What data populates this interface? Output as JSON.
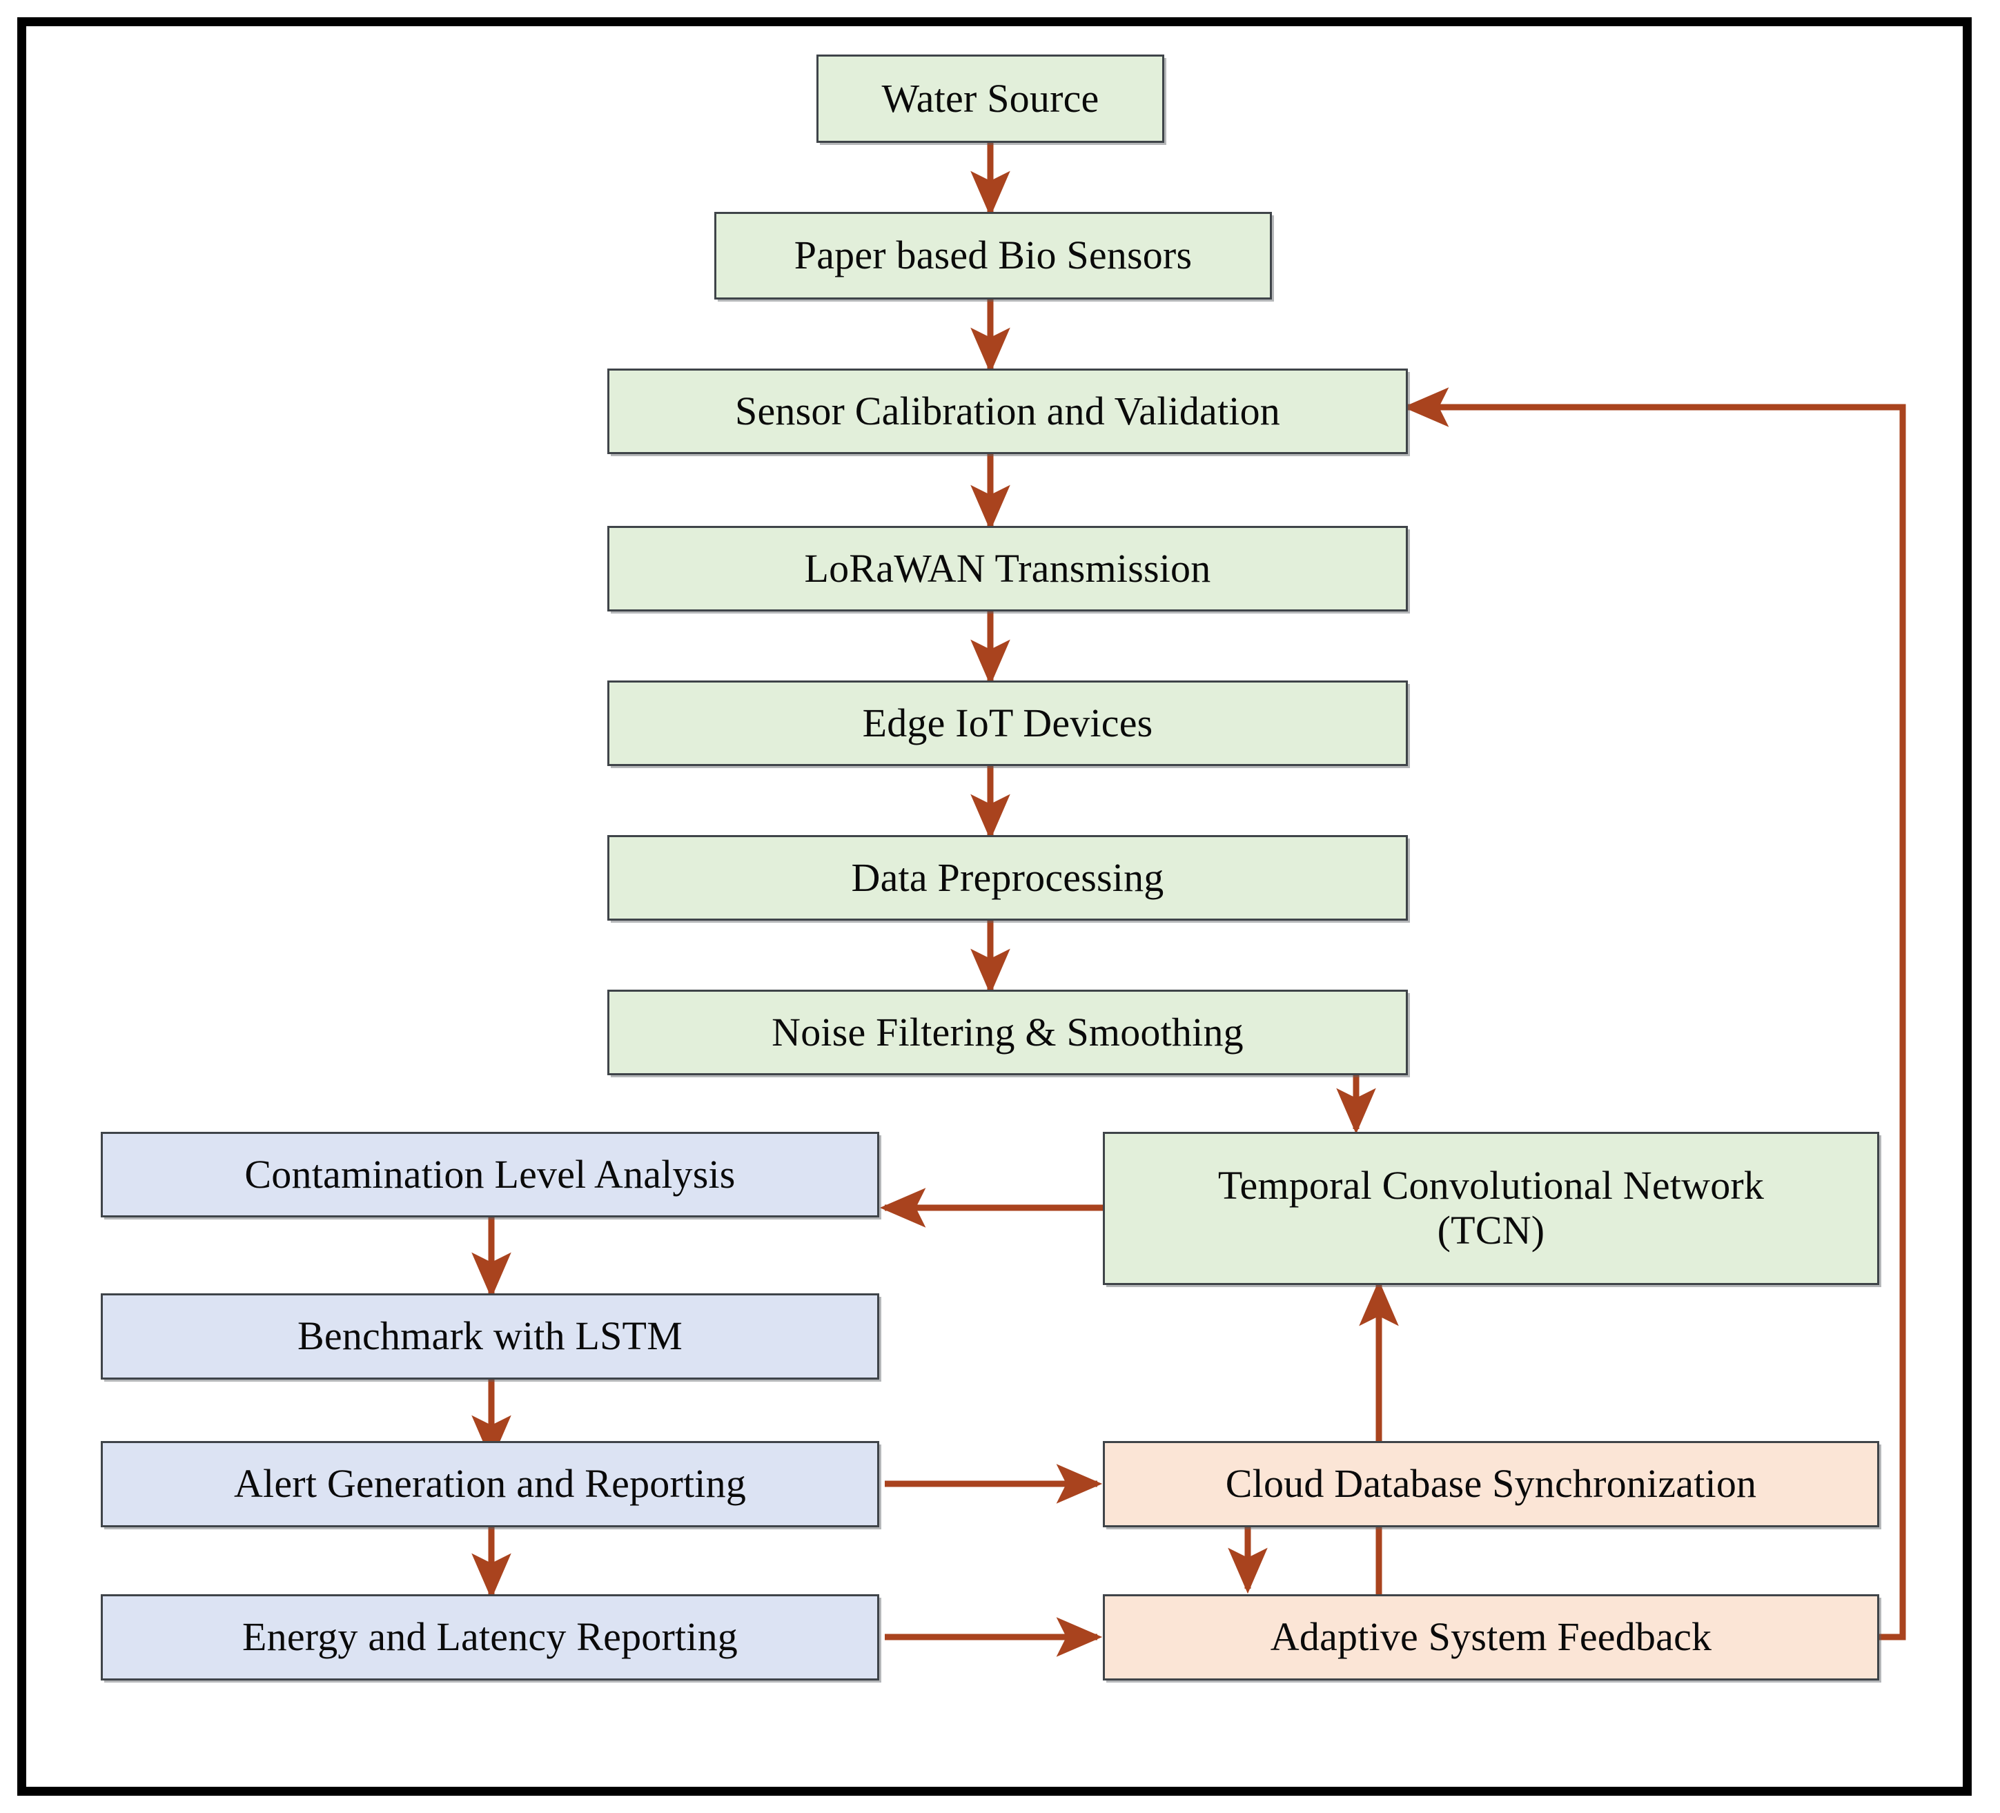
{
  "figure": {
    "kind": "flowchart",
    "orientation": "top-down-with-feedback",
    "border_color": "#000000",
    "arrow_color": "#a9431e",
    "node_border_color": "#3f4449"
  },
  "palette": {
    "green": "#e2efda",
    "blue": "#dce3f3",
    "peach": "#fbe5d6"
  },
  "nodes": {
    "water_source": "Water Source",
    "bio_sensors": "Paper based Bio Sensors",
    "sensor_calibration": "Sensor Calibration and Validation",
    "lorawan": "LoRaWAN Transmission",
    "edge_iot": "Edge IoT Devices",
    "data_preprocessing": "Data Preprocessing",
    "noise_filtering": "Noise Filtering & Smoothing",
    "tcn_line1": "Temporal Convolutional Network",
    "tcn_line2": "(TCN)",
    "contamination": "Contamination Level Analysis",
    "benchmark": "Benchmark with LSTM",
    "alert": "Alert Generation and Reporting",
    "energy": "Energy and Latency Reporting",
    "cloud_db": "Cloud Database Synchronization",
    "adaptive": "Adaptive System Feedback"
  },
  "edges": [
    {
      "from": "water_source",
      "to": "bio_sensors",
      "direction": "down"
    },
    {
      "from": "bio_sensors",
      "to": "sensor_calibration",
      "direction": "down"
    },
    {
      "from": "sensor_calibration",
      "to": "lorawan",
      "direction": "down"
    },
    {
      "from": "lorawan",
      "to": "edge_iot",
      "direction": "down"
    },
    {
      "from": "edge_iot",
      "to": "data_preprocessing",
      "direction": "down"
    },
    {
      "from": "data_preprocessing",
      "to": "noise_filtering",
      "direction": "down"
    },
    {
      "from": "noise_filtering",
      "to": "tcn",
      "direction": "down"
    },
    {
      "from": "tcn",
      "to": "contamination",
      "direction": "left"
    },
    {
      "from": "contamination",
      "to": "benchmark",
      "direction": "down"
    },
    {
      "from": "benchmark",
      "to": "alert",
      "direction": "down"
    },
    {
      "from": "alert",
      "to": "energy",
      "direction": "down"
    },
    {
      "from": "alert",
      "to": "cloud_db",
      "direction": "right"
    },
    {
      "from": "energy",
      "to": "adaptive",
      "direction": "right"
    },
    {
      "from": "cloud_db",
      "to": "adaptive",
      "direction": "down"
    },
    {
      "from": "adaptive",
      "to": "tcn",
      "direction": "up"
    },
    {
      "from": "adaptive",
      "to": "sensor_calibration",
      "direction": "feedback-loop-right"
    }
  ]
}
